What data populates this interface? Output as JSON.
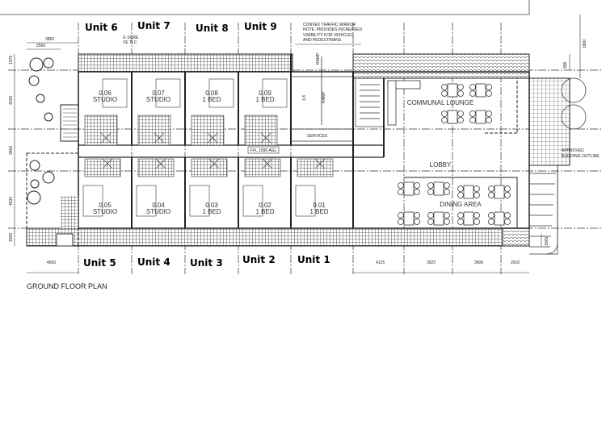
{
  "plan": {
    "title": "GROUND FLOOR PLAN",
    "top_units": [
      "Unit 6",
      "Unit 7",
      "Unit 8",
      "Unit 9"
    ],
    "bottom_units": [
      "Unit 5",
      "Unit 4",
      "Unit 3",
      "Unit 2",
      "Unit 1"
    ],
    "rooms_top": [
      {
        "number": "0.06",
        "type": "STUDIO"
      },
      {
        "number": "0.07",
        "type": "STUDIO"
      },
      {
        "number": "0.08",
        "type": "1 BED"
      },
      {
        "number": "0.09",
        "type": "1 BED"
      }
    ],
    "rooms_bottom": [
      {
        "number": "0.05",
        "type": "STUDIO"
      },
      {
        "number": "0.04",
        "type": "STUDIO"
      },
      {
        "number": "0.03",
        "type": "1 BED"
      },
      {
        "number": "0.02",
        "type": "1 BED"
      },
      {
        "number": "0.01",
        "type": "1 BED"
      }
    ],
    "areas": {
      "communal_lounge": "COMMUNAL LOUNGE",
      "lobby": "LOBBY",
      "dining_area": "DINING AREA",
      "services": "SERVICES",
      "ramp": "RAMP",
      "ramp_grade_1": "1:8",
      "ramp_grade_2": "1:8",
      "ffl": "FFL 1590 AGL",
      "screen_note": [
        "G SCRE",
        "VE TLC"
      ]
    },
    "note": [
      "CONVEX TRAFFIC MIRROR",
      "NOTE: PROVIDES INCREASED",
      "VISIBILITY FOR VEHICLES",
      "AND PEDESTRIANS"
    ],
    "approved_outline": [
      "APPROVED",
      "BUILDING OUTLINE"
    ],
    "dimensions": {
      "top": [
        "3860",
        "2560"
      ],
      "left": [
        "1075",
        "4020",
        "3560",
        "4530",
        "1565"
      ],
      "right": [
        "1900",
        "955",
        "1565"
      ],
      "bottom": [
        "4050",
        "4125",
        "3925",
        "3600",
        "2010"
      ]
    },
    "colors": {
      "line": "#222222",
      "background": "#ffffff"
    }
  }
}
